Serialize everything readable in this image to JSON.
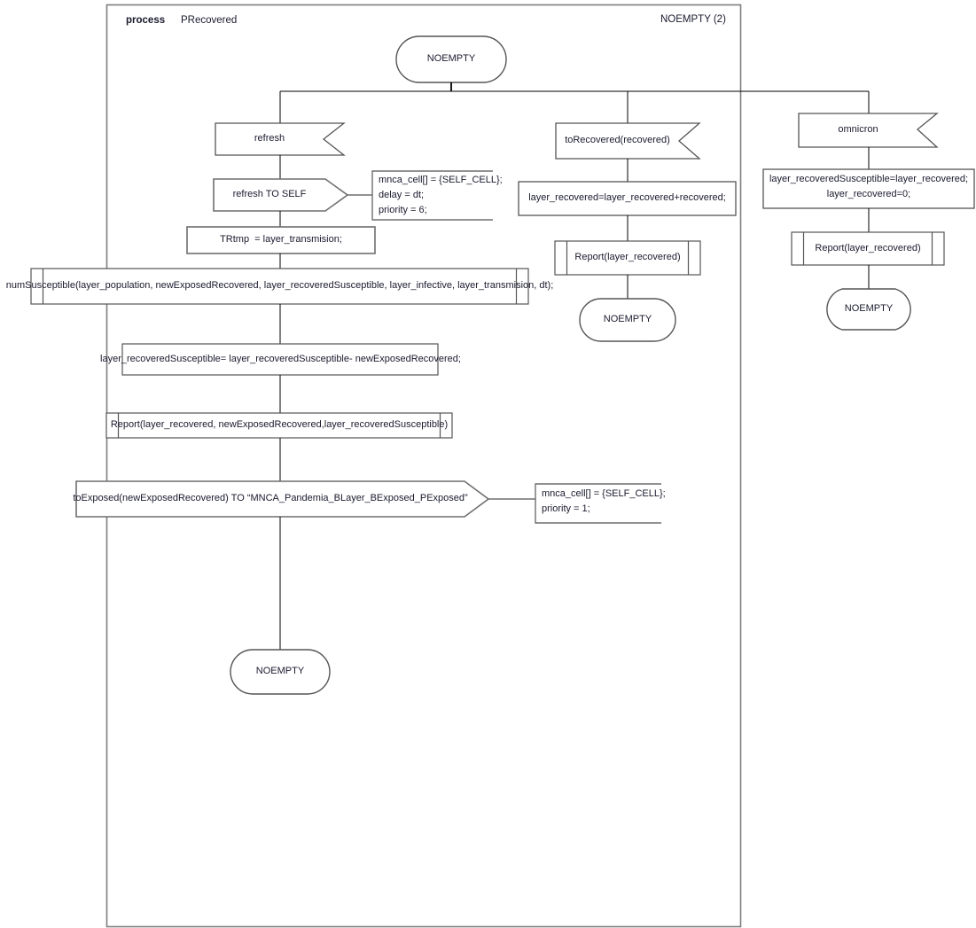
{
  "diagram": {
    "type": "SDL process diagram",
    "header": {
      "keyword": "process",
      "name": "PRecovered",
      "right_label": "NOEMPTY (2)"
    },
    "start_state": {
      "label": "NOEMPTY"
    },
    "branches": {
      "left": {
        "input": {
          "label": "refresh"
        },
        "output": {
          "label": "refresh TO SELF"
        },
        "output_comment": {
          "line1": "mnca_cell[] = {SELF_CELL};",
          "line2": "delay = dt;",
          "line3": "priority = 6;"
        },
        "task1": {
          "label": "TRtmp  = layer_transmision;"
        },
        "procedure1": {
          "label": "numSusceptible(layer_population, newExposedRecovered, layer_recoveredSusceptible, layer_infective, layer_transmision, dt);"
        },
        "task2": {
          "label": "layer_recoveredSusceptible= layer_recoveredSusceptible- newExposedRecovered;"
        },
        "procedure2": {
          "label": "Report(layer_recovered, newExposedRecovered,layer_recoveredSusceptible)"
        },
        "output2": {
          "label": "toExposed(newExposedRecovered) TO “MNCA_Pandemia_BLayer_BExposed_PExposed”"
        },
        "output2_comment": {
          "line1": "mnca_cell[] = {SELF_CELL};",
          "line2": "priority = 1;"
        },
        "end_state": {
          "label": "NOEMPTY"
        }
      },
      "middle": {
        "input": {
          "label": "toRecovered(recovered)"
        },
        "task": {
          "label": "layer_recovered=layer_recovered+recovered;"
        },
        "procedure": {
          "label": "Report(layer_recovered)"
        },
        "end_state": {
          "label": "NOEMPTY"
        }
      },
      "right": {
        "input": {
          "label": "omnicron"
        },
        "task_line1": "layer_recoveredSusceptible=layer_recovered;",
        "task_line2": "layer_recovered=0;",
        "procedure": {
          "label": "Report(layer_recovered)"
        },
        "end_state": {
          "label": "NOEMPTY"
        }
      }
    },
    "colors": {
      "frame_stroke": "#7f7f7f",
      "shape_stroke": "#6e6e6e",
      "flow_stroke": "#000000",
      "text": "#1a1a2e",
      "background": "#ffffff"
    }
  }
}
